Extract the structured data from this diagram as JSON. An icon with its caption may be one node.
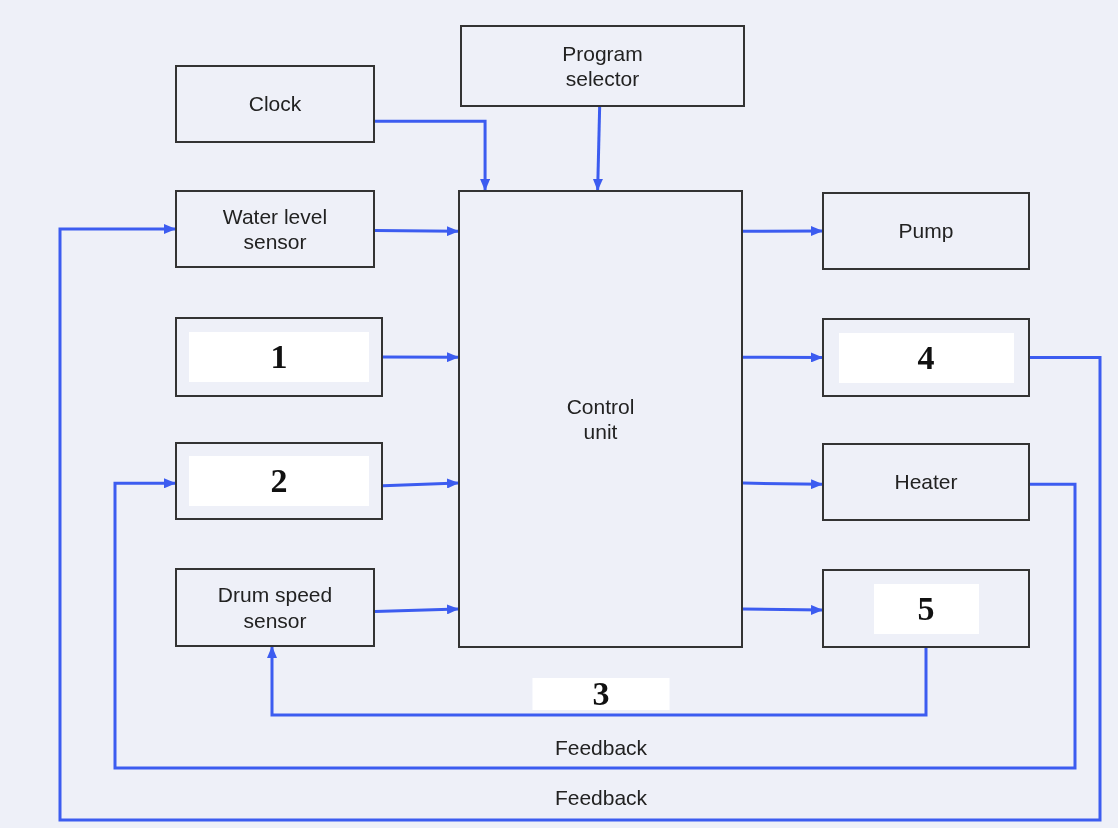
{
  "diagram": {
    "nodes": [
      {
        "text": [
          "Clock"
        ]
      },
      {
        "text": [
          "Program selector"
        ]
      },
      {
        "text": [
          "Water level sensor"
        ]
      },
      {
        "text": [
          "1"
        ]
      },
      {
        "text": [
          "2"
        ]
      },
      {
        "text": [
          "Drum speed sensor"
        ]
      },
      {
        "text": [
          "Control unit"
        ]
      },
      {
        "text": [
          "Pump"
        ]
      },
      {
        "text": [
          "4"
        ]
      },
      {
        "text": [
          "Heater"
        ]
      },
      {
        "text": [
          "5"
        ]
      }
    ],
    "edges": [
      {
        "from": 0,
        "to": 6,
        "arrow": "to"
      },
      {
        "from": 1,
        "to": 6,
        "arrow": "to"
      },
      {
        "from": 2,
        "to": 6,
        "arrow": "to"
      },
      {
        "from": 3,
        "to": 6,
        "arrow": "to"
      },
      {
        "from": 4,
        "to": 6,
        "arrow": "to"
      },
      {
        "from": 5,
        "to": 6,
        "arrow": "to"
      },
      {
        "from": 6,
        "to": 7,
        "arrow": "to"
      },
      {
        "from": 6,
        "to": 8,
        "arrow": "to"
      },
      {
        "from": 6,
        "to": 9,
        "arrow": "to"
      },
      {
        "from": 6,
        "to": 10,
        "arrow": "to"
      },
      {
        "from": 10,
        "to": 5,
        "arrow": "to",
        "label": "3"
      },
      {
        "from": 9,
        "to": 4,
        "arrow": "to",
        "label": "Feedback"
      },
      {
        "from": 8,
        "to": 2,
        "arrow": "to",
        "label": "Feedback"
      }
    ]
  }
}
